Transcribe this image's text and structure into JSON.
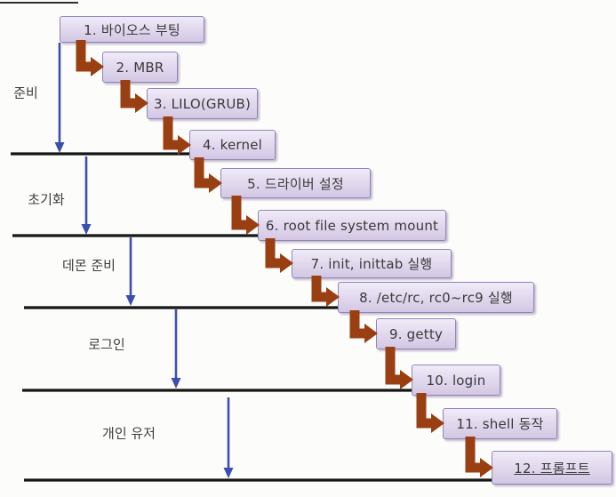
{
  "diagram": {
    "stages": [
      {
        "label": "준비"
      },
      {
        "label": "초기화"
      },
      {
        "label": "데몬 준비"
      },
      {
        "label": "로그인"
      },
      {
        "label": "개인 유저"
      }
    ],
    "steps": [
      {
        "label": "1. 바이오스 부팅"
      },
      {
        "label": "2. MBR"
      },
      {
        "label": "3. LILO(GRUB)"
      },
      {
        "label": "4. kernel"
      },
      {
        "label": "5. 드라이버 설정"
      },
      {
        "label": "6. root file system mount"
      },
      {
        "label": "7. init, inittab 실행"
      },
      {
        "label": "8. /etc/rc, rc0~rc9 실행"
      },
      {
        "label": "9. getty"
      },
      {
        "label": "10. login"
      },
      {
        "label": "11. shell 동작"
      },
      {
        "label": "12. 프롬프트",
        "underlined": true
      }
    ],
    "colors": {
      "box_fill_top": "#f0ebf8",
      "box_fill_bottom": "#d3c7e3",
      "box_border": "#9086b4",
      "box_text": "#3a3a3a",
      "step_arrow_brown": "#9a3f12",
      "stage_arrow_blue": "#3c4fae",
      "stage_line_black": "#151515",
      "background": "#fcfcfa"
    }
  }
}
